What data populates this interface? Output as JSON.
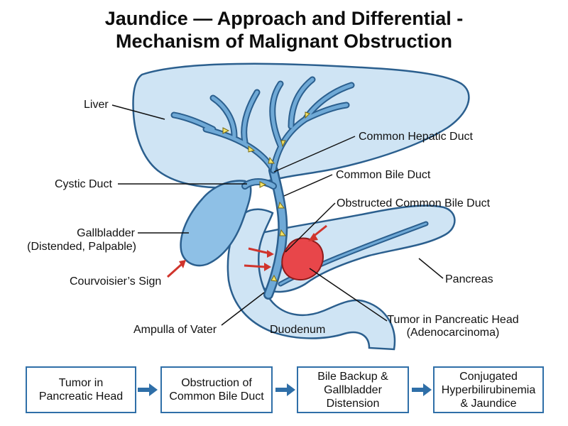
{
  "title": {
    "line1": "Jaundice — Approach and Differential -",
    "line2": "Mechanism of Malignant Obstruction"
  },
  "labels": {
    "liver": "Liver",
    "common_hepatic_duct": "Common Hepatic Duct",
    "cystic_duct": "Cystic Duct",
    "common_bile_duct": "Common Bile Duct",
    "obstructed_cbd": "Obstructed Common Bile Duct",
    "gallbladder_line1": "Gallbladder",
    "gallbladder_line2": "(Distended, Palpable)",
    "courvoisier": "Courvoisier’s Sign",
    "pancreas": "Pancreas",
    "tumor_line1": "Tumor in Pancreatic Head",
    "tumor_line2": "(Adenocarcinoma)",
    "ampulla": "Ampulla of Vater",
    "duodenum": "Duodenum"
  },
  "flow": {
    "box1": [
      "Tumor in",
      "Pancreatic Head"
    ],
    "box2": [
      "Obstruction of",
      "Common Bile Duct"
    ],
    "box3": [
      "Bile Backup &",
      "Gallbladder",
      "Distension"
    ],
    "box4": [
      "Conjugated",
      "Hyperbilirubinemia",
      "& Jaundice"
    ]
  },
  "colors": {
    "organ_fill": "#cfe4f4",
    "organ_stroke": "#2b5f8e",
    "duct_fill": "#6fa9d6",
    "gallbladder_fill": "#8ec0e6",
    "tumor_fill": "#e8464a",
    "red_arrow": "#d0342c",
    "yellow_arrow": "#f3e36a",
    "flow_arrow": "#2f6fa8"
  }
}
